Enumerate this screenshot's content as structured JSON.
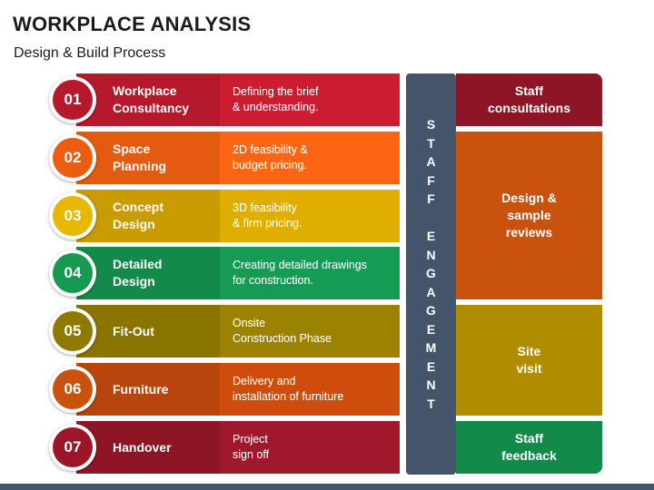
{
  "title": "WORKPLACE ANALYSIS",
  "subtitle": "Design & Build Process",
  "steps": [
    {
      "number": "01",
      "name": "Workplace\nConsultancy",
      "description": "Defining the brief\n& understanding.",
      "color": "#b5192b",
      "badge_color": "#b5192b"
    },
    {
      "number": "02",
      "name": "Space\nPlanning",
      "description": "2D feasibility &\nbudget pricing.",
      "color": "#e35a10",
      "badge_color": "#ec5d12"
    },
    {
      "number": "03",
      "name": "Concept\nDesign",
      "description": "3D feasibility\n& firm pricing.",
      "color": "#c89b00",
      "badge_color": "#e8b700"
    },
    {
      "number": "04",
      "name": "Detailed\nDesign",
      "description": "Creating detailed drawings\nfor construction.",
      "color": "#138a4a",
      "badge_color": "#169a52"
    },
    {
      "number": "05",
      "name": "Fit-Out",
      "description": "Onsite\nConstruction Phase",
      "color": "#8a7400",
      "badge_color": "#8f7a00"
    },
    {
      "number": "06",
      "name": "Furniture",
      "description": "Delivery and\ninstallation of furniture",
      "color": "#b8450c",
      "badge_color": "#c9520f"
    },
    {
      "number": "07",
      "name": "Handover",
      "description": "Project\nsign off",
      "color": "#8e1526",
      "badge_color": "#9c1629"
    }
  ],
  "engagement": {
    "label": "S\nT\nA\nF\nF\n\nE\nN\nG\nA\nG\nE\nM\nE\nN\nT",
    "color": "#44546a"
  },
  "right_blocks": [
    {
      "label": "Staff\nconsultations",
      "color": "#8e1526"
    },
    {
      "label": "Design &\nsample\nreviews",
      "color": "#c9520f"
    },
    {
      "label": "Site\nvisit",
      "color": "#b08c00"
    },
    {
      "label": "Staff\nfeedback",
      "color": "#138a4a"
    }
  ]
}
